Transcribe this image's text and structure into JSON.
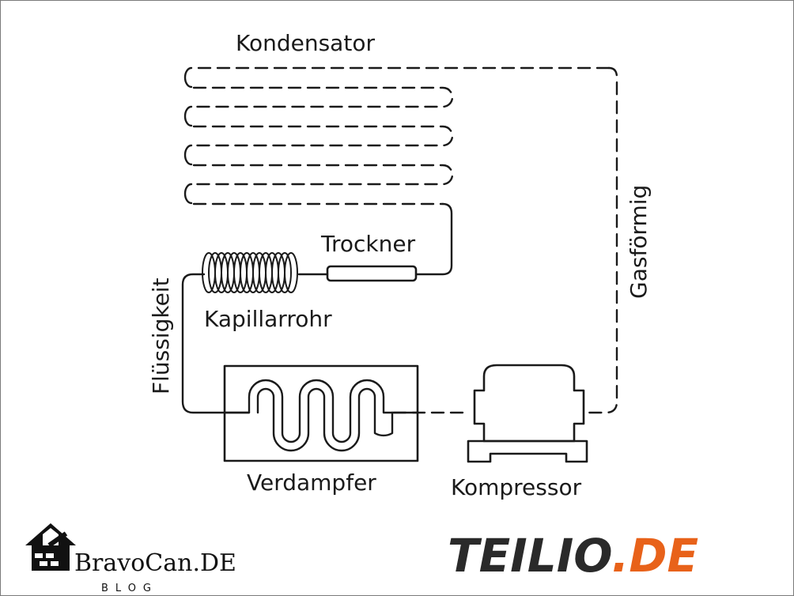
{
  "diagram": {
    "labels": {
      "kondensator": "Kondensator",
      "trockner": "Trockner",
      "kapillarrohr": "Kapillarrohr",
      "fluessigkeit": "Flüssigkeit",
      "gasfoermig": "Gasförmig",
      "verdampfer": "Verdampfer",
      "kompressor": "Kompressor"
    }
  },
  "branding": {
    "bravocan_name": "BravoCan.DE",
    "bravocan_sub": "BLOG",
    "teilio_main": "TEILIO",
    "teilio_dot": ".",
    "teilio_tld": "DE",
    "colors": {
      "teilio_dark": "#2a2a2a",
      "teilio_accent": "#e8621a"
    }
  }
}
